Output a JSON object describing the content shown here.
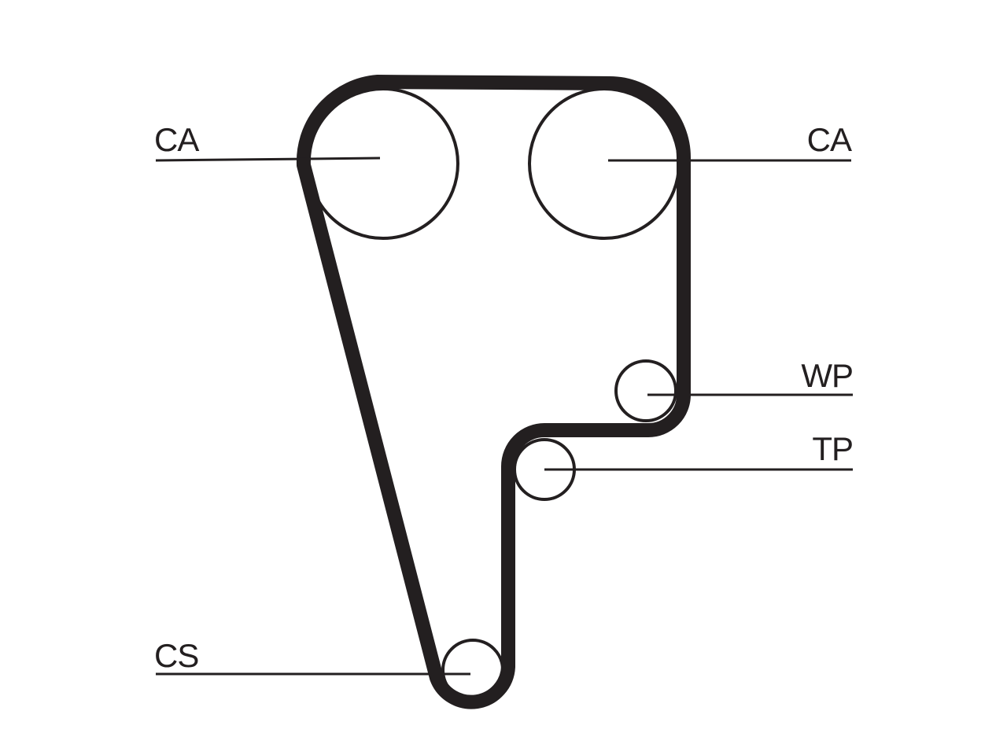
{
  "diagram": {
    "colors": {
      "ink": "#231f20",
      "background": "#ffffff"
    },
    "labels": {
      "camshaft_left": "CA",
      "camshaft_right": "CA",
      "water_pump": "WP",
      "tensioner_pulley": "TP",
      "crankshaft": "CS"
    }
  }
}
